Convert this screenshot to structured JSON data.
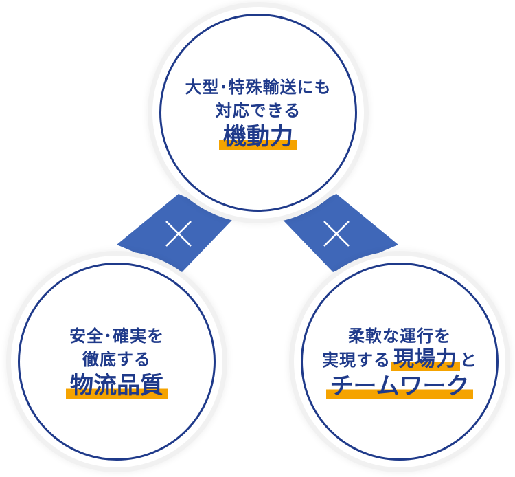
{
  "colors": {
    "navy": "#1f3a8a",
    "connector_blue": "#3f67b8",
    "highlight_orange": "#f5a300"
  },
  "connector_symbol": "×",
  "circles": {
    "top": {
      "line1": "大型･特殊輸送にも",
      "line2": "対応できる",
      "highlight": "機動力"
    },
    "left": {
      "line1": "安全･確実を",
      "line2": "徹底する",
      "highlight": "物流品質"
    },
    "right": {
      "line1": "柔軟な運行を",
      "line2_prefix": "実現する",
      "line2_highlight": "現場力",
      "line2_suffix": "と",
      "highlight": "チームワーク"
    }
  }
}
